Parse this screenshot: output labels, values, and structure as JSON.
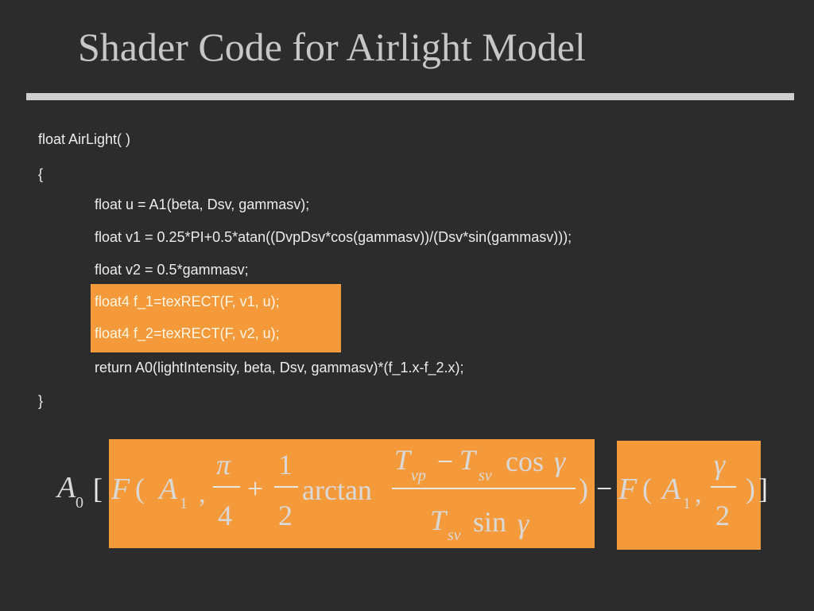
{
  "slide": {
    "title": "Shader Code for Airlight Model"
  },
  "code": {
    "lines": [
      "float AirLight( )",
      "{",
      "float u = A1(beta, Dsv, gammasv);",
      "float v1 = 0.25*PI+0.5*atan((DvpDsv*cos(gammasv))/(Dsv*sin(gammasv)));",
      "float v2 = 0.5*gammasv;",
      "float4 f_1=texRECT(F, v1, u);",
      "float4 f_2=texRECT(F, v2, u);",
      "return A0(lightIntensity, beta, Dsv, gammasv)*(f_1.x-f_2.x);",
      "}"
    ]
  },
  "formula": {
    "A": "A",
    "zero": "0",
    "lbracket": "[",
    "F": "F",
    "lparen": "(",
    "one": "1",
    "comma": ",",
    "pi": "π",
    "four": "4",
    "plus": "+",
    "two": "2",
    "arctan": "arctan",
    "T": "T",
    "vp": "vp",
    "minus": "−",
    "sv": "sv",
    "cos": "cos",
    "gamma": "γ",
    "sin": "sin",
    "rparen": ")",
    "rbracket": "]"
  },
  "colors": {
    "background": "#2c2c2c",
    "highlight": "#f59a3a",
    "text": "#ececec"
  }
}
